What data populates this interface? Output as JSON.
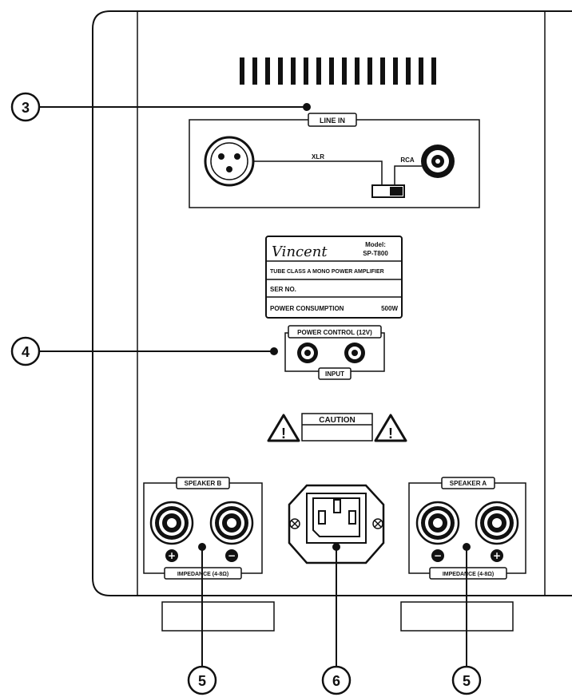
{
  "callouts": {
    "c3": "3",
    "c4": "4",
    "c5a": "5",
    "c6": "6",
    "c5b": "5"
  },
  "line_in": {
    "title": "LINE IN",
    "xlr": "XLR",
    "rca": "RCA"
  },
  "nameplate": {
    "brand": "Vincent",
    "model_label": "Model:",
    "model": "SP-T800",
    "description": "TUBE CLASS A MONO POWER AMPLIFIER",
    "serial": "SER NO.",
    "power_label": "POWER CONSUMPTION",
    "power_value": "500W"
  },
  "power_control": {
    "title": "POWER CONTROL (12V)",
    "input": "INPUT"
  },
  "caution": {
    "label": "CAUTION",
    "symbol": "!"
  },
  "speaker_b": {
    "title": "SPEAKER B",
    "impedance": "IMPEDANCE (4-8Ω)",
    "left_sign": "+",
    "right_sign": "−"
  },
  "speaker_a": {
    "title": "SPEAKER A",
    "impedance": "IMPEDANCE (4-8Ω)",
    "left_sign": "−",
    "right_sign": "+"
  },
  "colors": {
    "ink": "#111111",
    "panel": "#ffffff"
  }
}
